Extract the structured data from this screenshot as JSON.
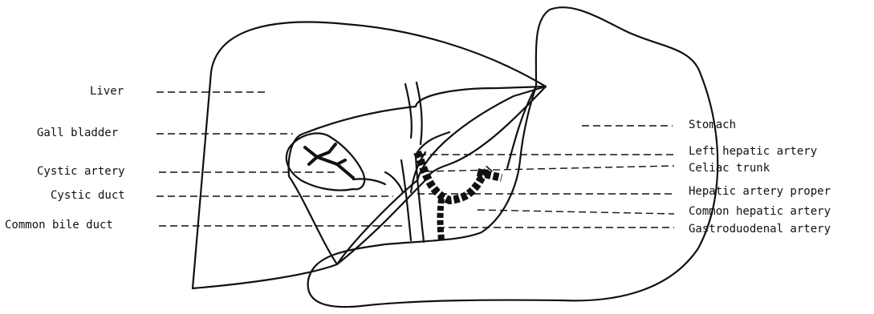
{
  "labels": {
    "liver": "Liver",
    "gall_bladder": "Gall bladder",
    "cystic_artery": "Cystic artery",
    "cystic_duct": "Cystic duct",
    "common_bile_duct": "Common bile duct",
    "stomach": "Stomach",
    "left_hepatic_artery": "Left hepatic artery",
    "celiac_trunk": "Celiac trunk",
    "hepatic_artery_proper": "Hepatic artery proper",
    "common_hepatic_artery": "Common hepatic artery",
    "gastroduodenal_artery": "Gastroduodenal artery"
  },
  "colors": {
    "ink": "#111111",
    "liver_hatch": "#555555",
    "stomach_stipple": "#d9d9d9"
  }
}
